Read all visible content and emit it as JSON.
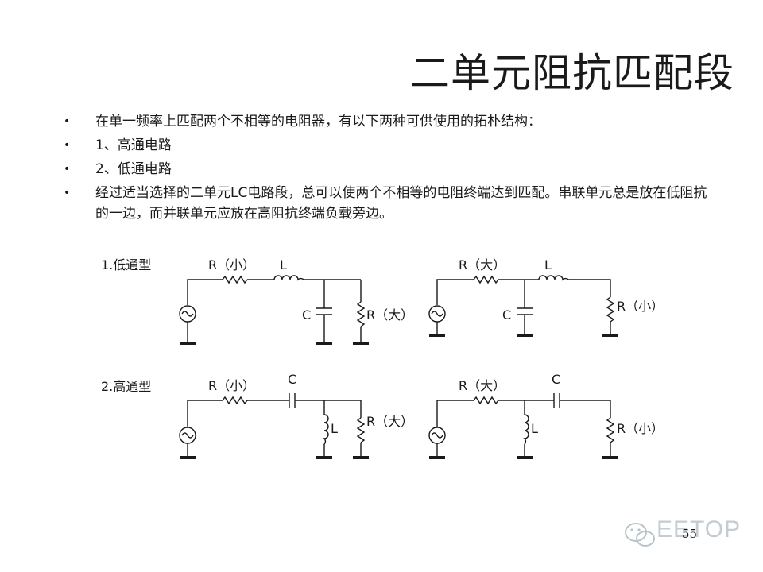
{
  "slide": {
    "title": "二单元阻抗匹配段",
    "bullets": [
      "在单一频率上匹配两个不相等的电阻器，有以下两种可供使用的拓朴结构：",
      "1、高通电路",
      "2、低通电路",
      "经过适当选择的二单元LC电路段，总可以使两个不相等的电阻终端达到匹配。串联单元总是放在低阻抗的一边，而并联单元应放在高阻抗终端负载旁边。"
    ],
    "bullet_symbol": "•",
    "page_number": "55",
    "watermark": "EETOP"
  },
  "circuits": {
    "lowpass": {
      "heading": "1.低通型",
      "left": {
        "r_series": "R（小）",
        "l": "L",
        "c": "C",
        "r_load": "R（大）"
      },
      "right": {
        "r_series": "R（大）",
        "l": "L",
        "c": "C",
        "r_load": "R（小）"
      }
    },
    "highpass": {
      "heading": "2.高通型",
      "left": {
        "r_series": "R（小）",
        "c": "C",
        "l": "L",
        "r_load": "R（大）"
      },
      "right": {
        "r_series": "R（大）",
        "c": "C",
        "l": "L",
        "r_load": "R（小）"
      }
    }
  }
}
